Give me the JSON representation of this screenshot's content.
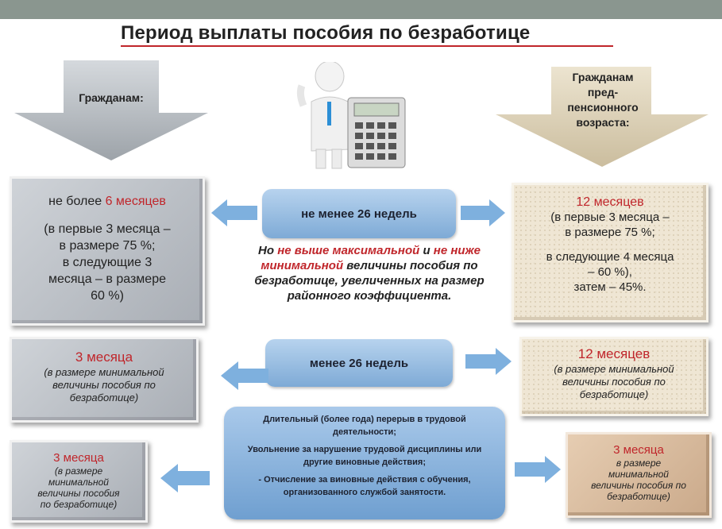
{
  "title": "Период выплаты пособия по безработице",
  "left_header": "Гражданам:",
  "right_header": [
    "Гражданам",
    "пред-",
    "пенсионного",
    "возраста:"
  ],
  "row1": {
    "center_label": "не менее 26 недель",
    "left": {
      "prefix": "не более ",
      "highlight": "6 месяцев",
      "detail": [
        "(в первые 3 месяца –",
        "в размере 75 %;",
        "в следующие 3",
        "месяца – в размере",
        "60 %)"
      ]
    },
    "right": {
      "highlight": "12 месяцев",
      "detail": [
        "(в первые 3 месяца –",
        "в размере 75 %;",
        "",
        "в следующие 4 месяца",
        "– 60 %),",
        "затем – 45%."
      ]
    }
  },
  "note": {
    "p1": "Но ",
    "r1": "не выше максимальной",
    "p2": " и ",
    "r2": "не ниже минимальной",
    "p3": " величины пособия по безработице, увеличенных на размер районного коэффициента."
  },
  "row2": {
    "center_label": "менее 26 недель",
    "left": {
      "highlight": "3 месяца",
      "detail": [
        "(в размере минимальной",
        "величины пособия по",
        "безработице)"
      ]
    },
    "right": {
      "highlight": "12 месяцев",
      "detail": [
        "(в размере минимальной",
        "величины пособия по",
        "безработице)"
      ]
    }
  },
  "row3": {
    "center_items": [
      "Длительный (более года) перерыв в трудовой деятельности;",
      "Увольнение за нарушение трудовой дисциплины или другие виновные действия;",
      "Отчисление за виновные действия с обучения, организованного службой занятости."
    ],
    "left": {
      "highlight": "3 месяца",
      "detail": [
        "(в размере",
        "минимальной",
        "величины пособия",
        "по безработице)"
      ]
    },
    "right": {
      "highlight": "3 месяца",
      "detail": [
        "в размере",
        "минимальной",
        "величины пособия по",
        "безработице)"
      ]
    }
  },
  "colors": {
    "accent_red": "#c0262b",
    "pill_blue": "#8fb6de",
    "arrow_blue": "#7eb0de",
    "topbar": "#8a968f"
  }
}
